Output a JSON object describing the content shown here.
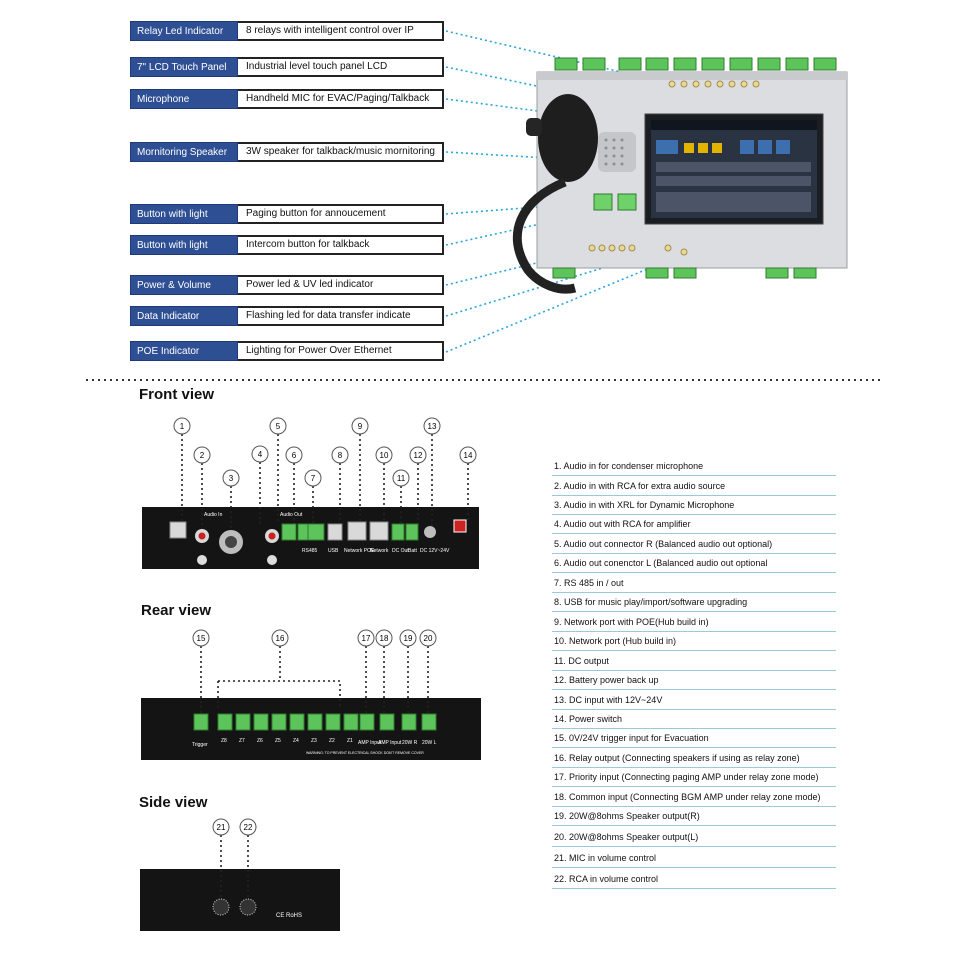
{
  "callouts": [
    {
      "tag": "Relay Led Indicator",
      "desc": "8 relays with intelligent control over IP"
    },
    {
      "tag": "7\" LCD Touch Panel",
      "desc": "Industrial level touch panel LCD"
    },
    {
      "tag": "Microphone",
      "desc": "Handheld MIC for EVAC/Paging/Talkback"
    },
    {
      "tag": "Mornitoring Speaker",
      "desc": "3W speaker for talkback/music mornitoring"
    },
    {
      "tag": "Button with light",
      "desc": "Paging button for annoucement"
    },
    {
      "tag": "Button with light",
      "desc": "Intercom button for talkback"
    },
    {
      "tag": "Power & Volume",
      "desc": "Power led & UV led indicator"
    },
    {
      "tag": "Data Indicator",
      "desc": "Flashing led for data transfer indicate"
    },
    {
      "tag": "POE Indicator",
      "desc": "Lighting for Power Over Ethernet"
    }
  ],
  "views": {
    "front": "Front view",
    "rear": "Rear view",
    "side": "Side view"
  },
  "front_numbers": [
    "1",
    "2",
    "3",
    "4",
    "5",
    "6",
    "7",
    "8",
    "9",
    "10",
    "11",
    "12",
    "13",
    "14"
  ],
  "front_labels": {
    "audio_in": "Audio In",
    "audio_out": "Audio Out",
    "rs485": "RS485",
    "usb": "USB",
    "network_poe": "Network POE",
    "network": "Network",
    "dc_out": "DC Out",
    "batt": "Batt",
    "dc": "DC 12V~24V"
  },
  "rear_numbers": [
    "15",
    "16",
    "17",
    "18",
    "19",
    "20"
  ],
  "rear_labels": {
    "trigger": "Trigger",
    "zones": [
      "Z8",
      "Z7",
      "Z6",
      "Z5",
      "Z4",
      "Z3",
      "Z2",
      "Z1"
    ],
    "amp_input_1": "AMP Input",
    "amp_input_2": "AMP Input",
    "out_r": "20W R",
    "out_l": "20W L",
    "warning": "WARNING: TO PREVENT ELECTRICAL SHOCK DON'T REMOVE COVER"
  },
  "side_numbers": [
    "21",
    "22"
  ],
  "side_labels": {
    "ce": "CE RoHS"
  },
  "legend": [
    "1. Audio in for condenser microphone",
    "2. Audio in with RCA for extra audio source",
    "3. Audio in with XRL for Dynamic Microphone",
    "4. Audio out with RCA for amplifier",
    "5. Audio out connector R (Balanced audio out optional)",
    "6. Audio out conenctor L (Balanced audio out optional",
    "7. RS 485 in / out",
    "8. USB for music play/import/software upgrading",
    "9. Network port with POE(Hub build in)",
    "10. Network port (Hub build in)",
    "11. DC output",
    "12. Battery power back up",
    "13. DC input with 12V~24V",
    "14. Power switch",
    "15. 0V/24V trigger input for Evacuation",
    "16. Relay output (Connecting speakers if using as relay zone)",
    "17. Priority input (Connecting paging AMP under relay zone mode)",
    "18. Common input (Connecting BGM AMP under relay zone  mode)",
    "19. 20W@8ohms Speaker output(R)",
    "20. 20W@8ohms Speaker output(L)",
    "21. MIC in volume control",
    "22. RCA in volume control"
  ],
  "colors": {
    "tag_blue": "#2e4f94",
    "leader_blue": "#2aa7d8",
    "terminal_green": "#5cc45a",
    "panel_black": "#141414"
  }
}
